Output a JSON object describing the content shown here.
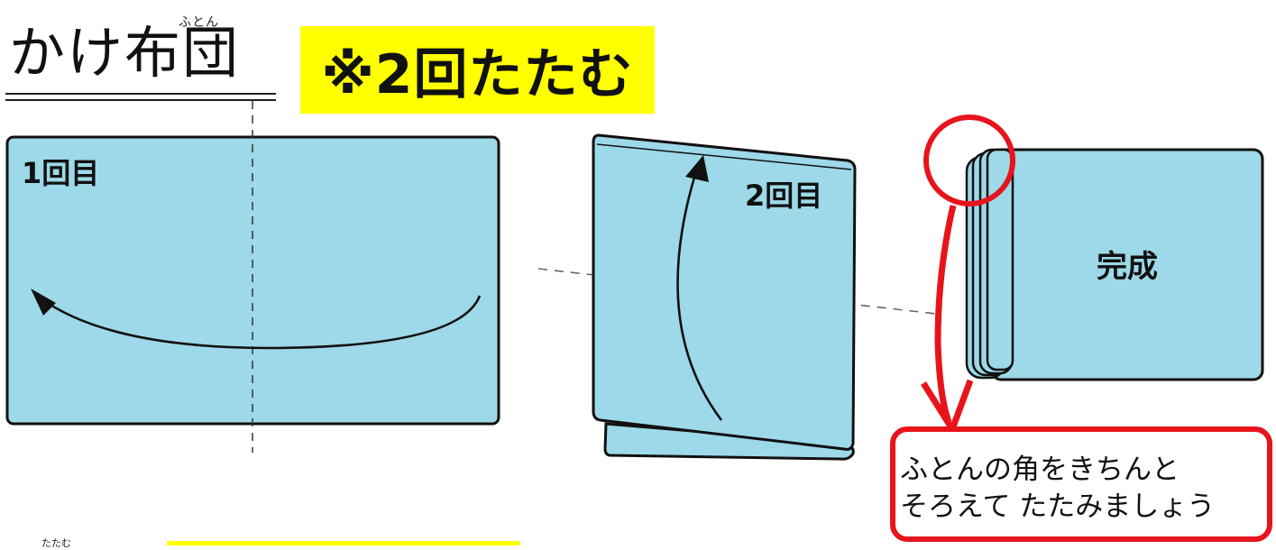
{
  "title": {
    "ruby": "ふとん",
    "text": "かけ布団"
  },
  "badge": {
    "text": "※2回たたむ"
  },
  "steps": [
    {
      "label": "1回目"
    },
    {
      "label": "2回目"
    },
    {
      "label": "完成"
    }
  ],
  "note": {
    "line1": "ふとんの角をきちんと",
    "line2": "そろえて たたみましょう"
  },
  "bottom": {
    "ruby": "たたむ"
  },
  "colors": {
    "futon_fill": "#9dd9e8",
    "outline": "#111111",
    "highlight": "#ffff00",
    "annotation_red": "#e8141c"
  }
}
